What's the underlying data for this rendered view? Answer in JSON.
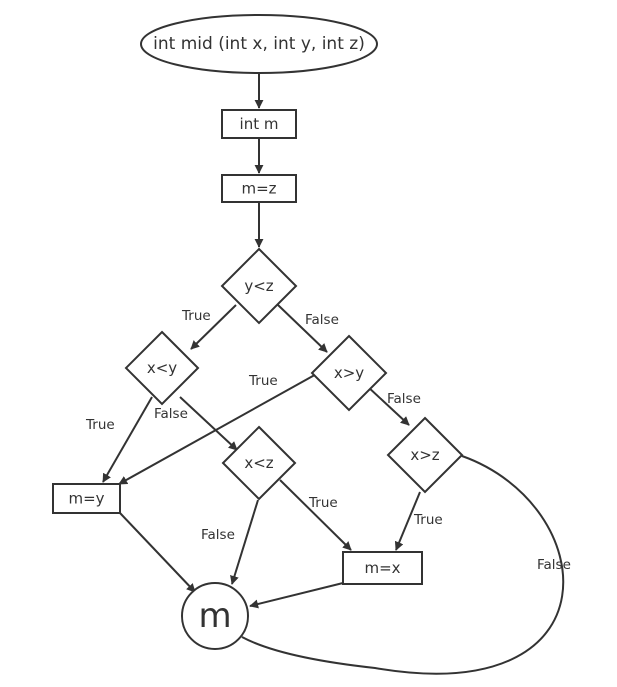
{
  "nodes": {
    "start": "int mid (int x, int y, int z)",
    "decl_m": "int m",
    "assign_mz": "m=z",
    "cond_y_lt_z": "y<z",
    "cond_x_lt_y": "x<y",
    "cond_x_gt_y": "x>y",
    "cond_x_lt_z": "x<z",
    "cond_x_gt_z": "x>z",
    "assign_my": "m=y",
    "assign_mx": "m=x",
    "result_m": "m"
  },
  "edge_labels": {
    "ylz_true": "True",
    "ylz_false": "False",
    "xly_true": "True",
    "xly_false": "False",
    "xgy_true": "True",
    "xgy_false": "False",
    "xlz_false": "False",
    "xlz_true": "True",
    "xgz_true": "True",
    "xgz_false": "False"
  },
  "colors": {
    "stroke": "#333333",
    "fill": "#ffffff",
    "text": "#333333"
  }
}
